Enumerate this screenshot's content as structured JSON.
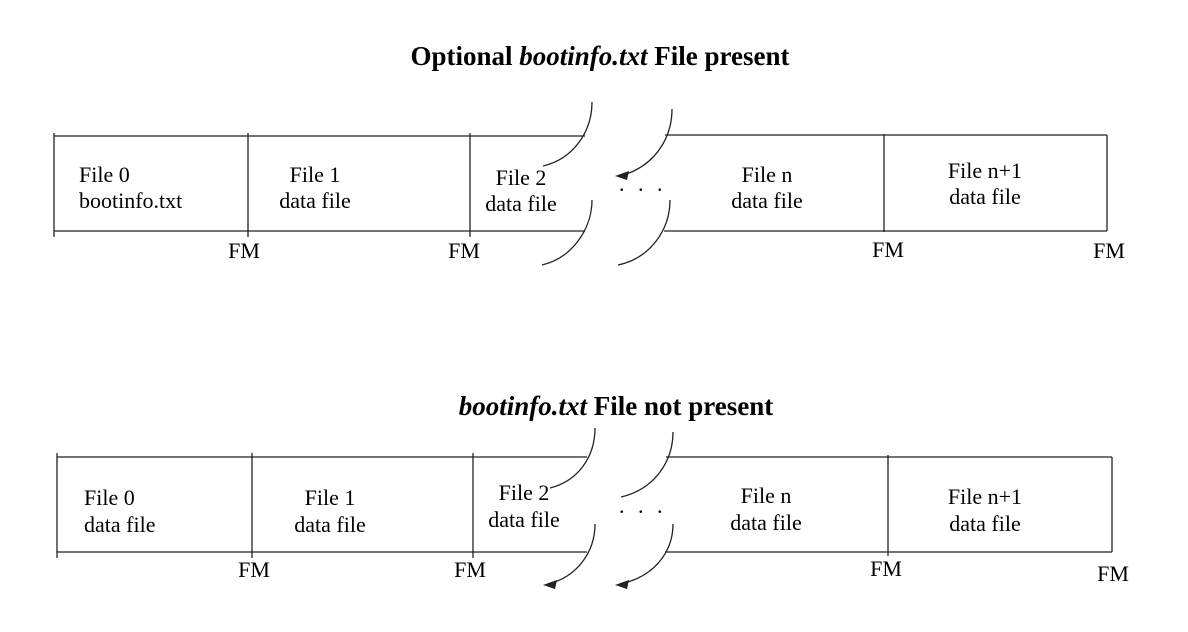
{
  "colors": {
    "background": "#ffffff",
    "line": "#222222",
    "text": "#000000"
  },
  "diagrams": [
    {
      "id": "bootinfo-present",
      "title": {
        "prefix": "Optional ",
        "emphasis": "bootinfo.txt",
        "suffix": " File present"
      },
      "segments": [
        {
          "line1": "File 0",
          "line2": "bootinfo.txt"
        },
        {
          "line1": "File 1",
          "line2": "data file"
        },
        {
          "line1": "File 2",
          "line2": "data file"
        },
        {
          "line1": "File n",
          "line2": "data file"
        },
        {
          "line1": "File n+1",
          "line2": "data file"
        }
      ],
      "ellipsis": ". . .",
      "file_marks": [
        "FM",
        "FM",
        "FM",
        "FM"
      ]
    },
    {
      "id": "bootinfo-not-present",
      "title": {
        "prefix": "",
        "emphasis": "bootinfo.txt",
        "suffix": " File not present"
      },
      "segments": [
        {
          "line1": "File 0",
          "line2": "data file"
        },
        {
          "line1": "File 1",
          "line2": "data file"
        },
        {
          "line1": "File 2",
          "line2": "data file"
        },
        {
          "line1": "File n",
          "line2": "data file"
        },
        {
          "line1": "File n+1",
          "line2": "data file"
        }
      ],
      "ellipsis": ". . .",
      "file_marks": [
        "FM",
        "FM",
        "FM",
        "FM"
      ]
    }
  ]
}
